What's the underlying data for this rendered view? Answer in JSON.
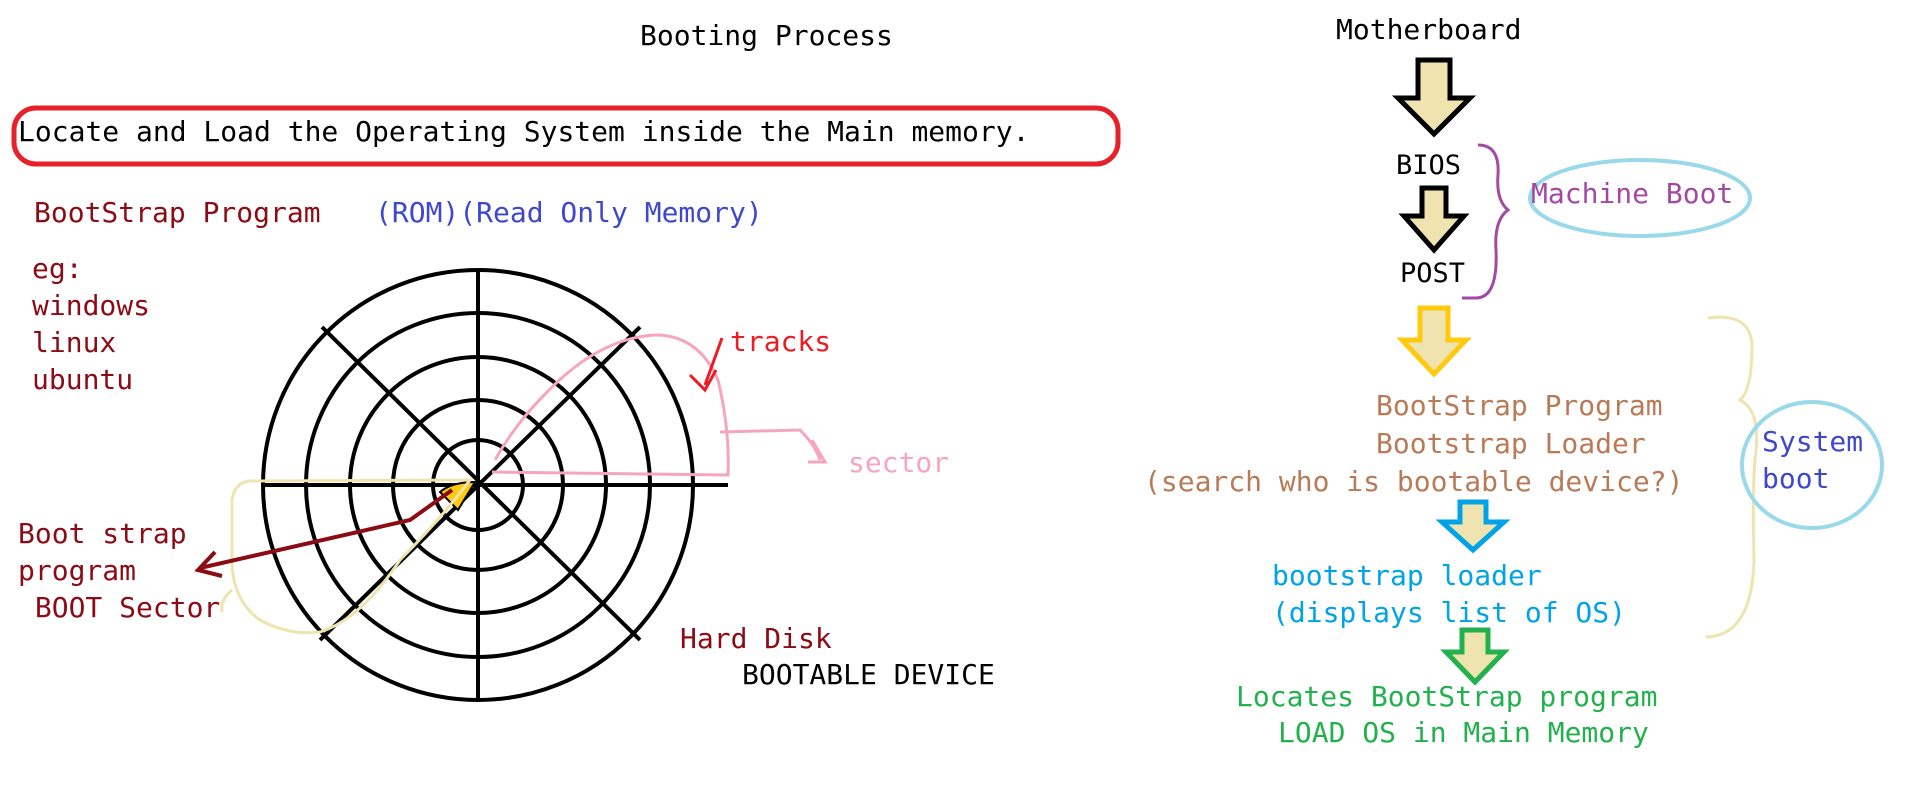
{
  "title": "Booting Process",
  "definition": "Locate and Load the Operating System inside the Main memory.",
  "bootstrap": {
    "label": "BootStrap Program",
    "rom": "(ROM)(Read Only Memory)",
    "examples": [
      "eg:",
      "windows",
      "linux",
      "ubuntu"
    ]
  },
  "disk": {
    "tracks_label": "tracks",
    "sector_label": "sector",
    "boot_sector_lines": [
      "Boot strap",
      "program",
      " BOOT Sector"
    ],
    "hard_disk_label": "Hard Disk",
    "bootable_device_label": "BOOTABLE DEVICE"
  },
  "flow": {
    "motherboard": "Motherboard",
    "bios": "BIOS",
    "post": "POST",
    "machine_boot": "Machine Boot",
    "system_boot": [
      "System",
      "boot"
    ],
    "bootstrap_block": [
      "BootStrap Program",
      "Bootstrap Loader",
      "(search who is bootable device?)"
    ],
    "loader_block": [
      "bootstrap loader",
      "(displays list of OS)"
    ],
    "final_block": [
      "Locates BootStrap program",
      "LOAD OS in Main Memory"
    ]
  },
  "colors": {
    "black": "#000000",
    "definition_box": "#e8202a",
    "dark_red": "#8b0c15",
    "blue": "#3f48cc",
    "red": "#ed1c24",
    "pink": "#f6a5c0",
    "beige": "#efe4b0",
    "arrow_fill": "#efe4b0",
    "arrow_gold": "#ffc90e",
    "arrow_blue": "#00a2e8",
    "arrow_green": "#22b14c",
    "purple": "#a349a4",
    "light_blue": "#99d9ea",
    "brown": "#b97a57",
    "sky": "#00a2e8",
    "green": "#22b14c"
  }
}
